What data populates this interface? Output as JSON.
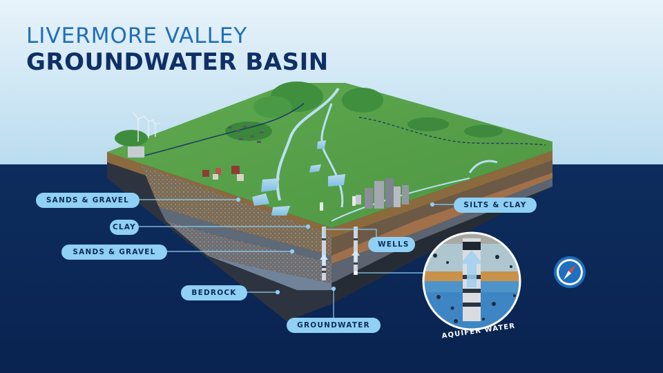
{
  "title": {
    "line1": "LIVERMORE VALLEY",
    "line2": "GROUNDWATER BASIN"
  },
  "labels": {
    "sands_gravel_upper": "SANDS & GRAVEL",
    "clay": "CLAY",
    "sands_gravel_lower": "SANDS & GRAVEL",
    "bedrock": "BEDROCK",
    "groundwater": "GROUNDWATER",
    "silts_clay": "SILTS & CLAY",
    "wells": "WELLS",
    "aquifer_water": "AQUIFER WATER"
  },
  "colors": {
    "sky_top": "#cfe6f3",
    "ocean": "#0b2a5a",
    "land": "#5da44e",
    "pill": "#8fd0f4",
    "title_light": "#1f6fb8",
    "title_dark": "#0f2f66"
  },
  "icons": {
    "compass": "compass-icon"
  }
}
